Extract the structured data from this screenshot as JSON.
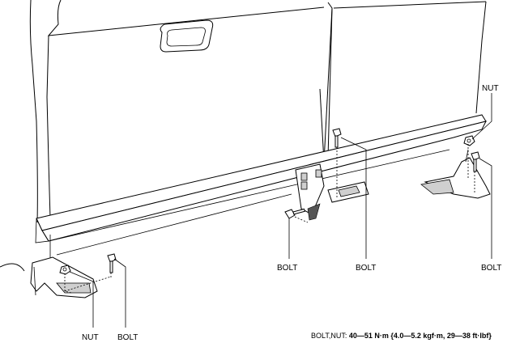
{
  "labels": {
    "nut_right": "NUT",
    "bolt_right": "BOLT",
    "bolt_center_left": "BOLT",
    "bolt_center_right": "BOLT",
    "nut_left": "NUT",
    "bolt_left": "BOLT"
  },
  "torque_spec": {
    "prefix": "BOLT,NUT: ",
    "value": "40—51 N·m {4.0—5.2 kgf·m, 29—38 ft·lbf}"
  }
}
